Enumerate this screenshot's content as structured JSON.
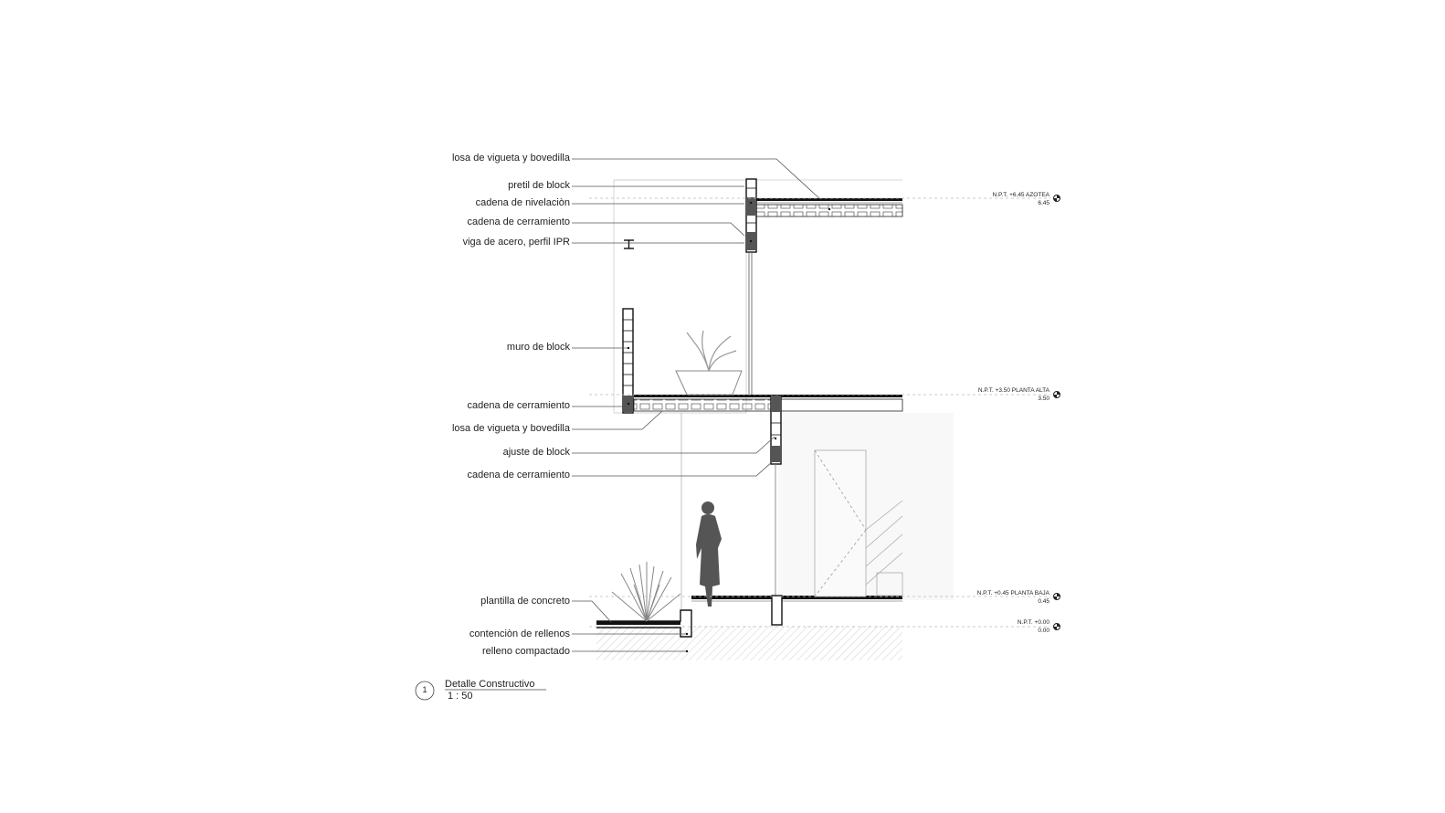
{
  "labels_left": [
    {
      "key": "losa_top",
      "text": "losa de vigueta y bovedilla"
    },
    {
      "key": "pretil",
      "text": "pretil de block"
    },
    {
      "key": "cadena_nivelacion",
      "text": "cadena de nivelaciòn"
    },
    {
      "key": "cadena_cerramiento_1",
      "text": "cadena de cerramiento"
    },
    {
      "key": "viga",
      "text": "viga  de acero, perfil IPR"
    },
    {
      "key": "muro",
      "text": "muro de block"
    },
    {
      "key": "cadena_cerramiento_2",
      "text": "cadena de cerramiento"
    },
    {
      "key": "losa_mid",
      "text": "losa de vigueta y bovedilla"
    },
    {
      "key": "ajuste",
      "text": "ajuste de block"
    },
    {
      "key": "cadena_cerramiento_3",
      "text": "cadena de cerramiento"
    },
    {
      "key": "plantilla",
      "text": "plantilla de concreto"
    },
    {
      "key": "contencion",
      "text": "contenciòn de rellenos"
    },
    {
      "key": "relleno",
      "text": "relleno compactado"
    }
  ],
  "levels": [
    {
      "name": "N.P.T. +6.45 AZOTEA",
      "value": "6.45"
    },
    {
      "name": "N.P.T. +3.50 PLANTA ALTA",
      "value": "3.50"
    },
    {
      "name": "N.P.T. +0.45 PLANTA BAJA",
      "value": "0.45"
    },
    {
      "name": "N.P.T. +0.00",
      "value": "0.00"
    }
  ],
  "title_block": {
    "number": "1",
    "title": "Detalle Constructivo",
    "scale": "1 : 50"
  }
}
